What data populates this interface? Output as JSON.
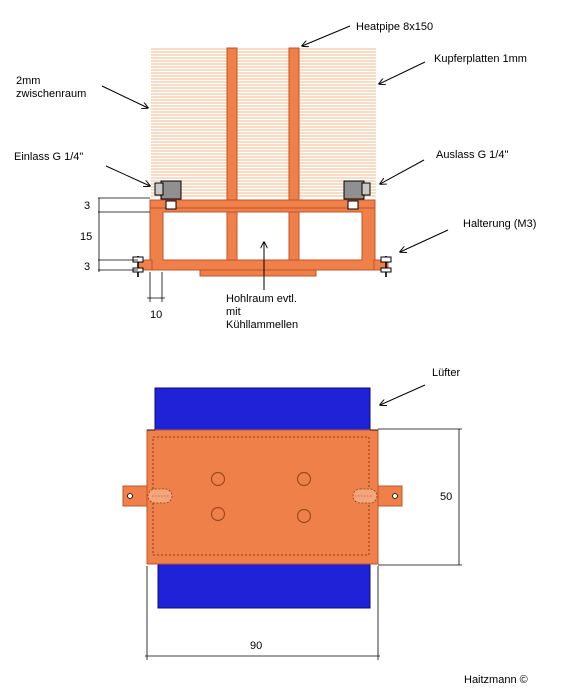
{
  "labels": {
    "heatpipe": "Heatpipe 8x150",
    "copper_plates": "Kupferplatten 1mm",
    "gap_line1": "2mm",
    "gap_line2": "zwischenraum",
    "inlet": "Einlass G 1/4\"",
    "outlet": "Auslass G 1/4\"",
    "mount": "Halterung (M3)",
    "cavity_line1": "Hohlraum evtl.",
    "cavity_line2": "mit",
    "cavity_line3": "Kühllammellen",
    "fan": "Lüfter",
    "author": "Haitzmann ©"
  },
  "dimensions": {
    "top_plate": "3",
    "height": "15",
    "bottom_plate": "3",
    "tab_width": "10",
    "width": "90",
    "depth": "50"
  },
  "colors": {
    "copper": "#f0804a",
    "copper_dark": "#c0542a",
    "fin_line": "#f4b888",
    "fan_blue": "#1f22d6",
    "fitting_gray": "#909090",
    "hole_dark": "#9c4a1e"
  }
}
